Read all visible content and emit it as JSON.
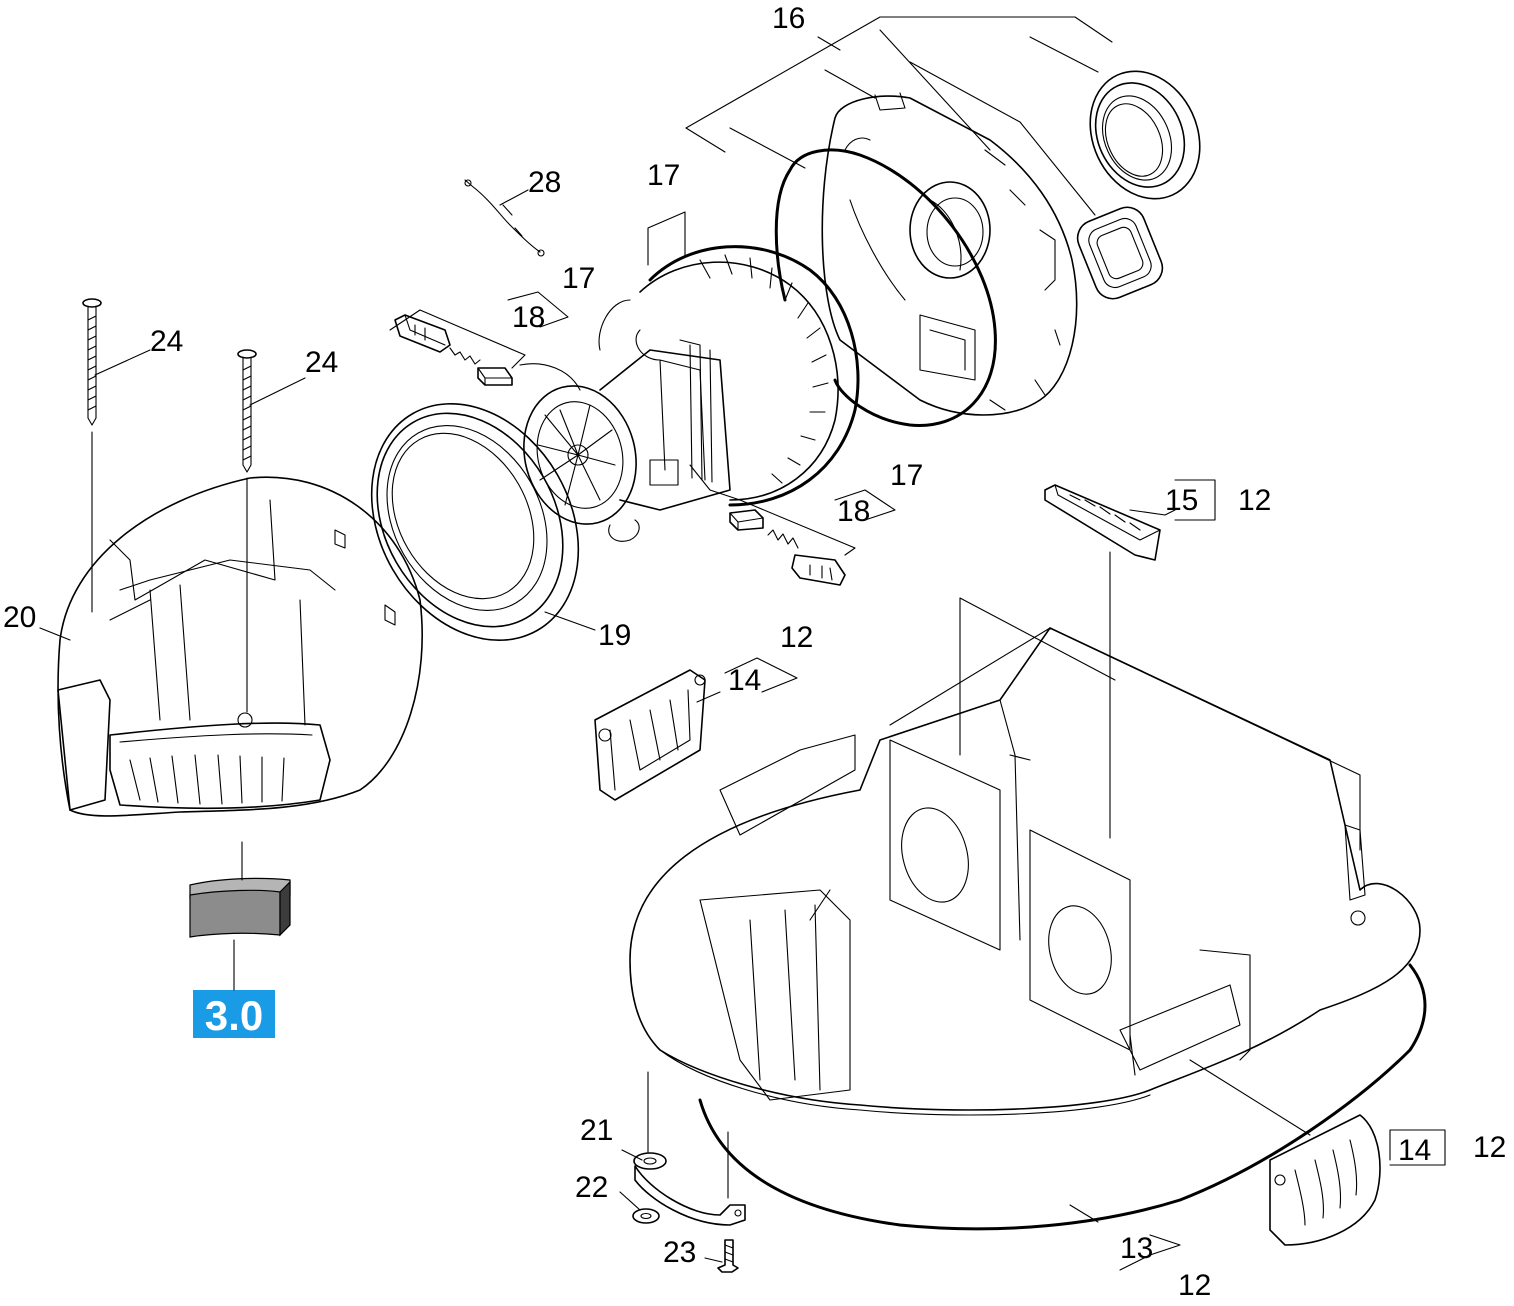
{
  "figure": {
    "section_badge": "3.0",
    "badge_color": "#1a9be6",
    "part_labels": {
      "p16": "16",
      "p17_top": "17",
      "p28": "28",
      "p17_left": "17",
      "p18_left": "18",
      "p24_a": "24",
      "p24_b": "24",
      "p17_right": "17",
      "p18_right": "18",
      "p15": "15",
      "p12_a": "12",
      "p20": "20",
      "p19": "19",
      "p12_b": "12",
      "p14_a": "14",
      "p21": "21",
      "p22": "22",
      "p23": "23",
      "p14_b": "14",
      "p12_c": "12",
      "p13": "13",
      "p12_d": "12"
    }
  }
}
